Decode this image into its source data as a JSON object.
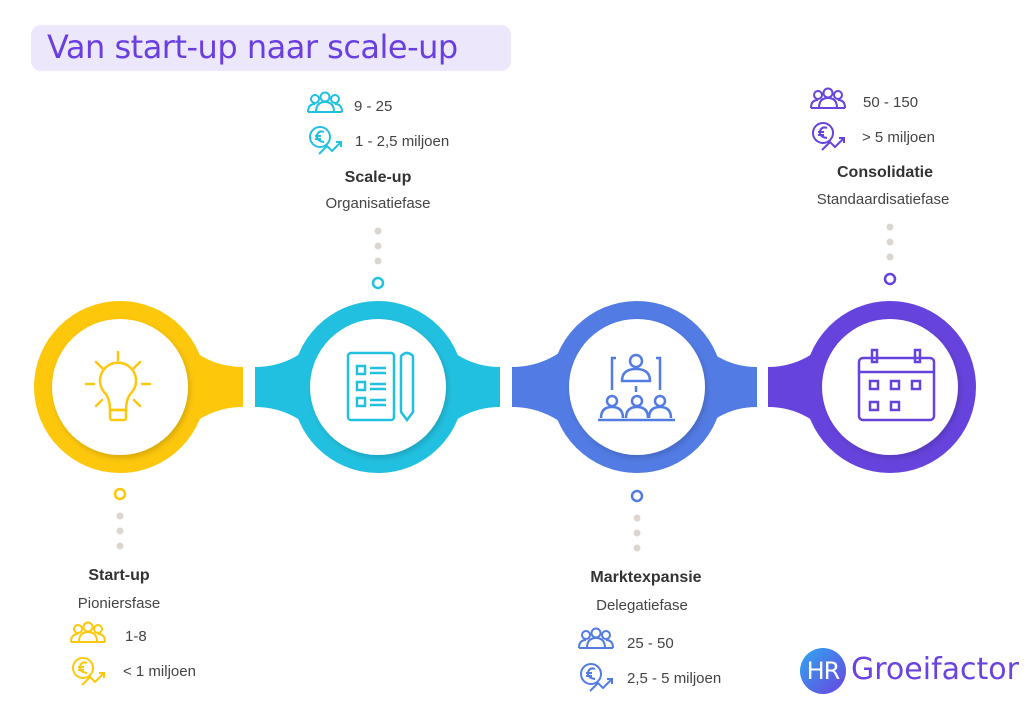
{
  "title": "Van start-up naar scale-up",
  "colors": {
    "yellow": "#FDC70C",
    "cyan": "#22C0E0",
    "blue": "#527BE4",
    "purple": "#6743DD",
    "title_text": "#6A3FE0",
    "title_bg": "#ECE7FB"
  },
  "stages": [
    {
      "name": "Start-up",
      "phase": "Pioniersfase",
      "employees": "1-8",
      "revenue": "< 1 miljoen",
      "icon": "lightbulb-icon"
    },
    {
      "name": "Scale-up",
      "phase": "Organisatiefase",
      "employees": "9 - 25",
      "revenue": "1 - 2,5 miljoen",
      "icon": "checklist-icon"
    },
    {
      "name": "Marktexpansie",
      "phase": "Delegatiefase",
      "employees": "25 - 50",
      "revenue": "2,5 - 5 miljoen",
      "icon": "team-hierarchy-icon"
    },
    {
      "name": "Consolidatie",
      "phase": "Standaardisatiefase",
      "employees": "50 - 150",
      "revenue": "> 5 miljoen",
      "icon": "calendar-icon"
    }
  ],
  "logo": {
    "badge": "HR",
    "text": "Groeifactor"
  }
}
